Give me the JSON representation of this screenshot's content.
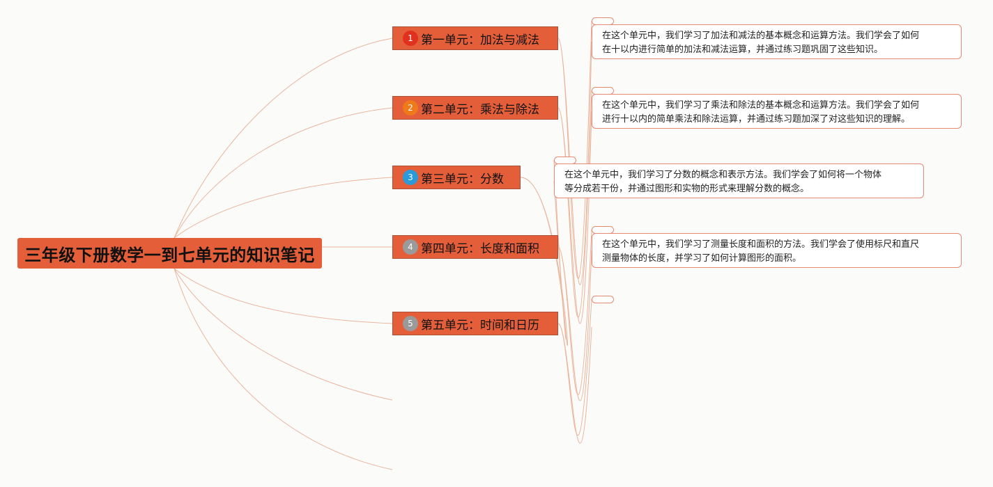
{
  "root": {
    "title": "三年级下册数学一到七单元的知识笔记"
  },
  "units": [
    {
      "label": "第一单元：加法与减法",
      "badge": {
        "text": "1",
        "color": "#e0301e"
      },
      "note": [
        "在这个单元中，我们学习了加法和减法的基本概念和运算方法。我们学会了如何",
        "在十以内进行简单的加法和减法运算，并通过练习题巩固了这些知识。"
      ]
    },
    {
      "label": "第二单元：乘法与除法",
      "badge": {
        "text": "2",
        "color": "#f07a1a"
      },
      "note": [
        "在这个单元中，我们学习了乘法和除法的基本概念和运算方法。我们学会了如何",
        "进行十以内的简单乘法和除法运算，并通过练习题加深了对这些知识的理解。"
      ]
    },
    {
      "label": "第三单元：分数",
      "badge": {
        "text": "3",
        "color": "#2a9ad8"
      },
      "note": [
        "在这个单元中，我们学习了分数的概念和表示方法。我们学会了如何将一个物体",
        "等分成若干份，并通过图形和实物的形式来理解分数的概念。"
      ]
    },
    {
      "label": "第四单元：长度和面积",
      "badge": {
        "text": "4",
        "color": "#9a9a9a"
      },
      "note": [
        "在这个单元中，我们学习了测量长度和面积的方法。我们学会了使用标尺和直尺",
        "测量物体的长度，并学习了如何计算图形的面积。"
      ]
    },
    {
      "label": "第五单元：时间和日历",
      "badge": {
        "text": "5",
        "color": "#9a9a9a"
      },
      "note": []
    }
  ],
  "colors": {
    "accent": "#e45f39",
    "line": "#eab59c",
    "note_border": "#e58a70"
  }
}
